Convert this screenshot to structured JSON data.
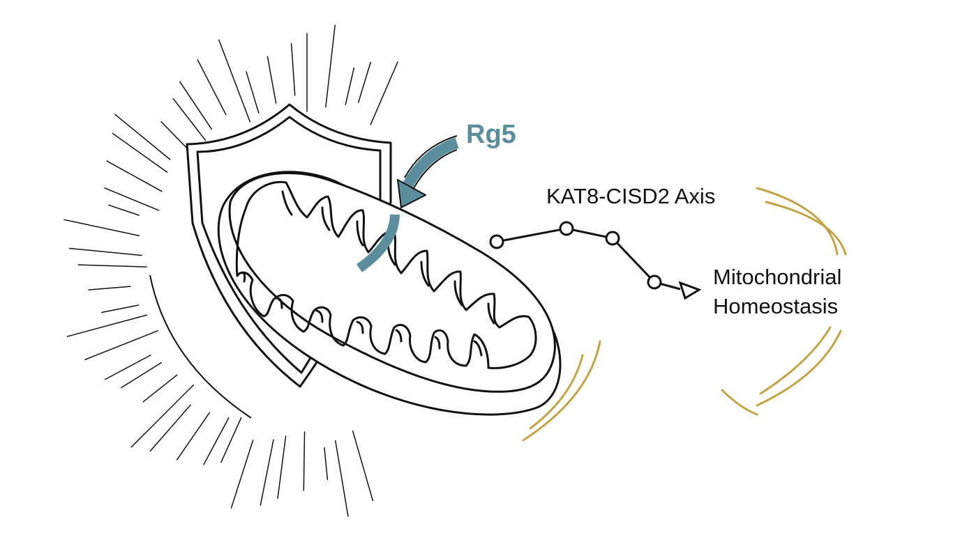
{
  "diagram": {
    "compound_label": "Rg5",
    "axis_label": "KAT8-CISD2 Axis",
    "outcome_label_line1": "Mitochondrial",
    "outcome_label_line2": "Homeostasis"
  },
  "colors": {
    "ink": "#111111",
    "compound_teal": "#5a8e9c",
    "gold": "#c2a446",
    "background": "#ffffff"
  },
  "icons": {
    "shield": "shield-icon",
    "mitochondrion": "mitochondrion-icon",
    "arrow": "curved-arrow-icon",
    "pathway": "pathway-chain-icon"
  }
}
